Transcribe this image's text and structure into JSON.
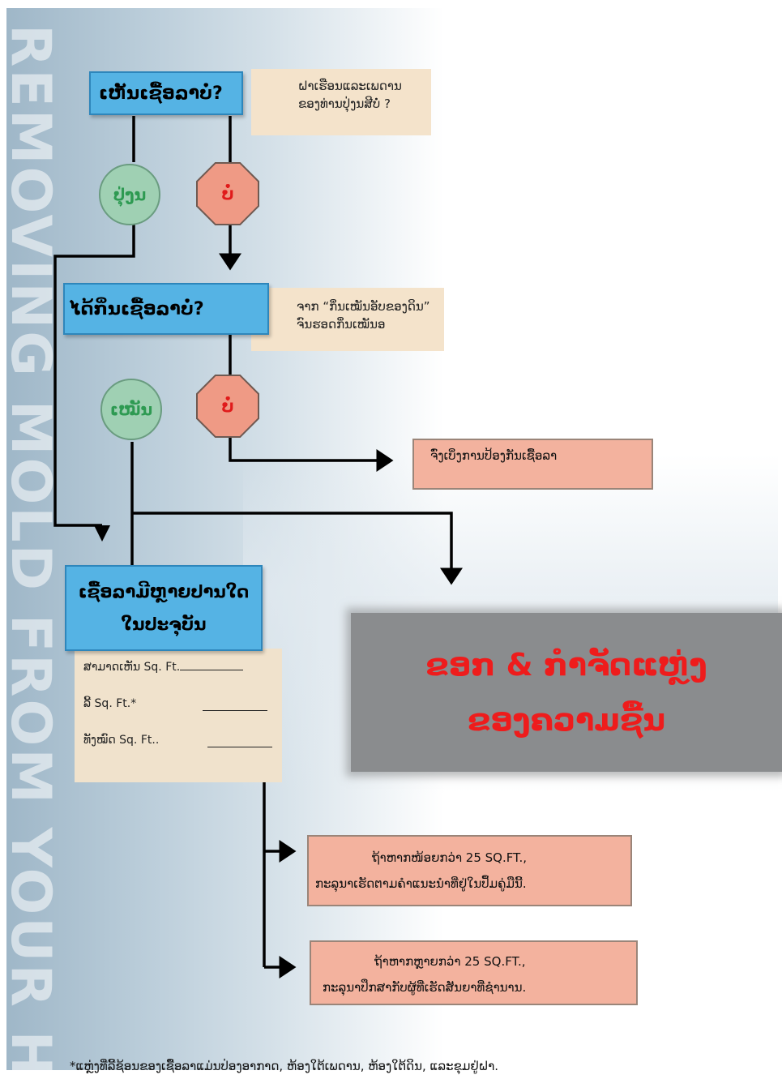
{
  "watermark": "REMOVING MOLD FROM YOUR HOME",
  "questions": {
    "q1": "ເຫັນເຊື້ອລາບໍ່?",
    "q2": "ໄດ້ກິ່ນເຊື້ອລາບໍ່?",
    "q3_line1": "ເຊື້ອລາມີຫຼາຍປານໃດ",
    "q3_line2": "ໃນປະຈຸບັນ"
  },
  "notes": {
    "n1_line1": "ຝາເຮືອນແລະເພດານ",
    "n1_line2": "ຂອງທ່ານປຸ່ງນສີບໍ່ ?",
    "n2_line1": "ຈາກ “ກິ່ນເໝັນອັບຂອງດິນ”",
    "n2_line2": "ຈົນຮອດກິ່ນເໝັນອ"
  },
  "answers": {
    "yes1": "ປຸ່ງນ",
    "no1": "ບໍ່",
    "yes2": "ເໝັນ",
    "no2": "ບໍ່"
  },
  "prevention": "ຈົ່ງເບິ່ງການປ້ອງກັນເຊື້ອລາ",
  "action_line1": "ຂອກ & ກຳຈັດແຫຼ່ງ",
  "action_line2": "ຂອງຄວາມຊື້ນ",
  "fields": {
    "visible": "ສາມາດເຫັນ Sq. Ft.",
    "hidden": "ລີ້ Sq. Ft.*",
    "total": "ທັງໝົດ Sq. Ft.."
  },
  "outcomes": {
    "small_line1": "ຖ້າຫາກໜ້ອຍກວ່າ 25 SQ.FT.,",
    "small_line2": "ກະລຸນາເຮັດຕາມຄຳແນະນຳທີ່ຢູ່ໃນປຶ້ມຄູ່ມືນີ້.",
    "large_line1": "ຖ້າຫາກຫຼາຍກວ່າ 25 SQ.FT.,",
    "large_line2": "ກະລຸນາປຶກສາກັບຜູ້ທີ່ເຮັດສັນຍາທີ່ຊຳນານ."
  },
  "footnote": "*ແຫຼ່ງທີ່ລີ້ຊ້ອນຂອງເຊື້ອລາແມ່ນປ່ອງອາກາດ, ຫ້ອງໃຕ້ເພດານ, ຫ້ອງໃຕ້ດິນ, ແລະຂຸມຢູ່ຝາ.",
  "colors": {
    "question_box": "#55b3e4",
    "yes_circle": "#9fd0b3",
    "no_octagon": "#ef9a85",
    "result_box": "#f3b29e",
    "action_box": "#8a8c8e",
    "action_text": "#ee1c1c"
  }
}
